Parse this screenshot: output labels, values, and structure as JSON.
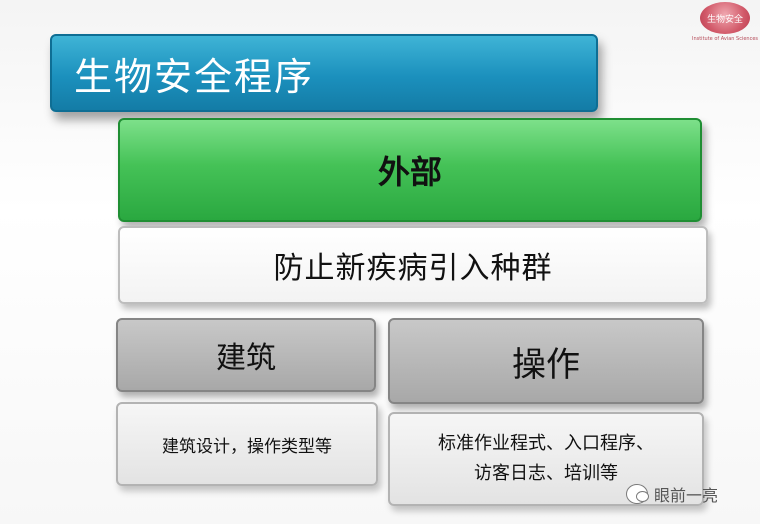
{
  "logo": {
    "badge_text": "生物安全",
    "sub_text": "Institute of Avian Sciences"
  },
  "title": "生物安全程序",
  "boxes": {
    "external": "外部",
    "prevent": "防止新疾病引入种群",
    "building": "建筑",
    "operation": "操作",
    "building_detail": "建筑设计，操作类型等",
    "operation_detail_line1": "标准作业程式、入口程序、",
    "operation_detail_line2": "访客日志、培训等"
  },
  "watermark": {
    "icon": "wechat-icon",
    "text": "眼前一亮"
  },
  "colors": {
    "title_bar": "#1b90bd",
    "green_box": "#45c257",
    "gray_box": "#a8a8a8"
  }
}
